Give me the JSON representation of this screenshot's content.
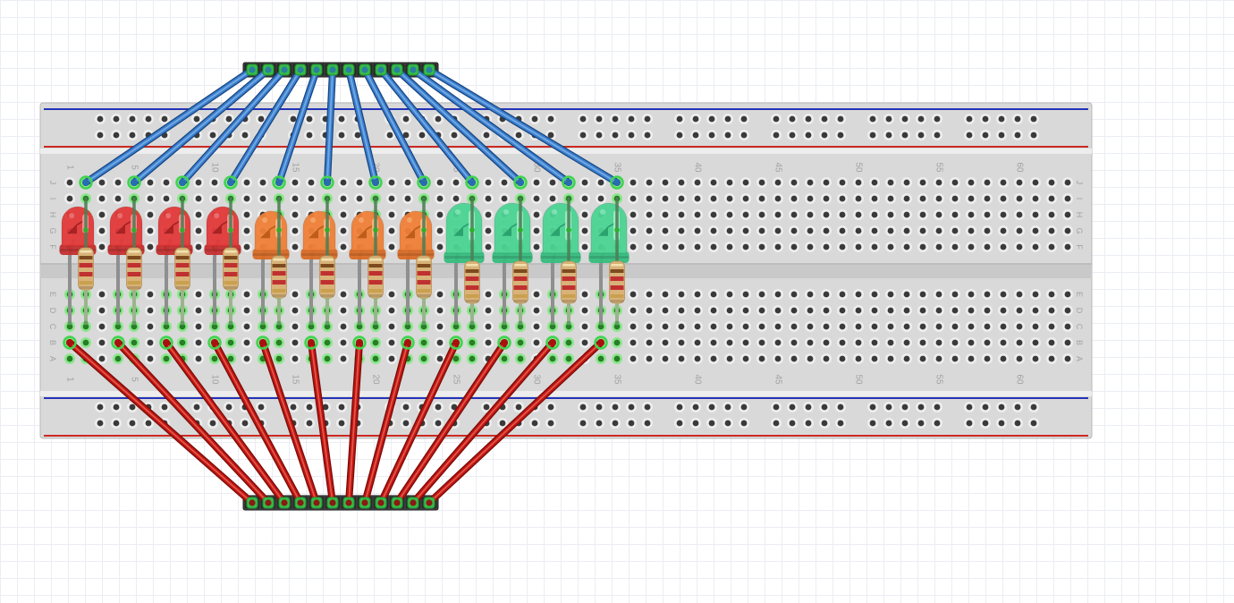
{
  "app": {
    "view": "breadboard-canvas",
    "grid_color": "#eaedf3",
    "background": "#ffffff"
  },
  "breadboard": {
    "columns": 63,
    "row_labels_top": [
      "J",
      "I",
      "H",
      "G",
      "F"
    ],
    "row_labels_bottom": [
      "E",
      "D",
      "C",
      "B",
      "A"
    ],
    "numbered_columns": [
      1,
      5,
      10,
      15,
      20,
      25,
      30,
      35,
      40,
      45,
      50,
      55,
      60
    ],
    "label_color": "#a2a2a2",
    "body_color": "#d9d9d9",
    "separator_color": "#ededed",
    "center_gap_color": "#c9c9c9",
    "hole_center_color": "#3a3a3a",
    "hole_bevel_color": "#eeeeee",
    "connected_hole_ring": "#8ce68c",
    "connected_hole_center": "#267f26",
    "rail_blue_line": "#2433b8",
    "rail_red_line": "#cc2a22",
    "rail_hole_groups": 10,
    "rail_holes_per_group": 5
  },
  "headers": {
    "top": {
      "pins": 12,
      "body_color": "#3f3f3f",
      "cell_color": "#2b2b2b",
      "pin_ring_color": "#35bc48",
      "pin_center_color": "#2a7f9e"
    },
    "bottom": {
      "pins": 12,
      "body_color": "#454545",
      "cell_color": "#303030",
      "pin_ring_color": "#35bc48",
      "pin_center_color": "#8a1b12"
    }
  },
  "wires": {
    "blue": {
      "count": 12,
      "core": "#3b7fd0",
      "edge": "#17447e",
      "highlight": "#74aae2",
      "board_row": "J",
      "board_columns": [
        2,
        5,
        8,
        11,
        14,
        17,
        20,
        23,
        26,
        29,
        32,
        35
      ]
    },
    "red": {
      "count": 12,
      "core": "#c2150f",
      "edge": "#750c08",
      "highlight": "#e0564e",
      "board_row": "B",
      "board_columns": [
        1,
        4,
        7,
        10,
        13,
        16,
        19,
        22,
        25,
        28,
        31,
        34
      ]
    }
  },
  "leds": [
    {
      "color": "red",
      "columns": [
        1,
        2
      ]
    },
    {
      "color": "red",
      "columns": [
        4,
        5
      ]
    },
    {
      "color": "red",
      "columns": [
        7,
        8
      ]
    },
    {
      "color": "red",
      "columns": [
        10,
        11
      ]
    },
    {
      "color": "orange",
      "columns": [
        13,
        14
      ]
    },
    {
      "color": "orange",
      "columns": [
        16,
        17
      ]
    },
    {
      "color": "orange",
      "columns": [
        19,
        20
      ]
    },
    {
      "color": "orange",
      "columns": [
        22,
        23
      ]
    },
    {
      "color": "green",
      "columns": [
        25,
        26
      ]
    },
    {
      "color": "green",
      "columns": [
        28,
        29
      ]
    },
    {
      "color": "green",
      "columns": [
        31,
        32
      ]
    },
    {
      "color": "green",
      "columns": [
        34,
        35
      ]
    }
  ],
  "led_styles": {
    "red": {
      "body": "#e23939",
      "flange": "#c62f2f",
      "sheen": "#f6a0a0",
      "glyph": "#9e1f1f"
    },
    "orange": {
      "body": "#ef8038",
      "flange": "#d96b26",
      "sheen": "#f8c08a",
      "glyph": "#b55615"
    },
    "green": {
      "body": "#4cd494",
      "flange": "#36bd7e",
      "sheen": "#aaf0cf",
      "glyph": "#249a66"
    }
  },
  "resistor": {
    "count": 12,
    "body_color": "#d8b278",
    "body_edge": "#b9935a",
    "highlight": "#f1e2ae",
    "band_colors": [
      "#7d4a1e",
      "#c03030",
      "#c03030",
      "#c9a14e"
    ],
    "band_names": [
      "brown",
      "red",
      "red",
      "gold"
    ],
    "lead_color": "#9cb48e"
  },
  "legs": {
    "cathode_color": "#8f8f8f",
    "anode_color": "#4f7d57",
    "tip_color": "#649c64",
    "junction_dot": "#2fae2f"
  }
}
